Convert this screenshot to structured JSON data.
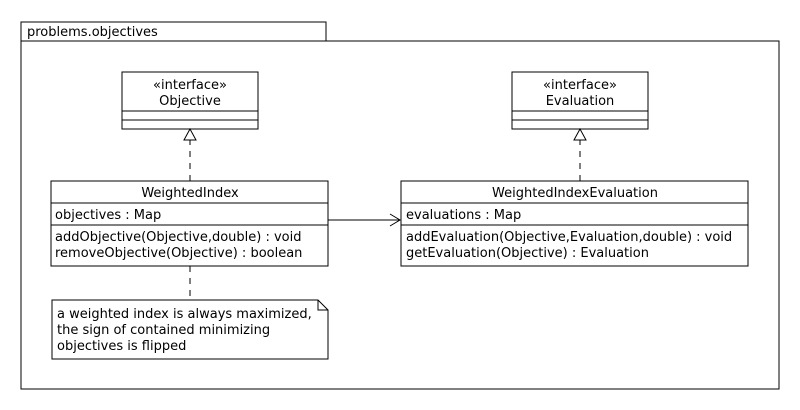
{
  "package": {
    "name": "problems.objectives"
  },
  "objective": {
    "stereotype": "«interface»",
    "name": "Objective"
  },
  "evaluation": {
    "stereotype": "«interface»",
    "name": "Evaluation"
  },
  "weighted_index": {
    "name": "WeightedIndex",
    "attributes": [
      "objectives : Map"
    ],
    "operations": [
      "addObjective(Objective,double) : void",
      "removeObjective(Objective) : boolean"
    ]
  },
  "weighted_index_evaluation": {
    "name": "WeightedIndexEvaluation",
    "attributes": [
      "evaluations : Map"
    ],
    "operations": [
      "addEvaluation(Objective,Evaluation,double) : void",
      "getEvaluation(Objective) : Evaluation"
    ]
  },
  "note": {
    "lines": [
      "a weighted index is always maximized,",
      "the sign of contained minimizing",
      "objectives is flipped"
    ]
  }
}
